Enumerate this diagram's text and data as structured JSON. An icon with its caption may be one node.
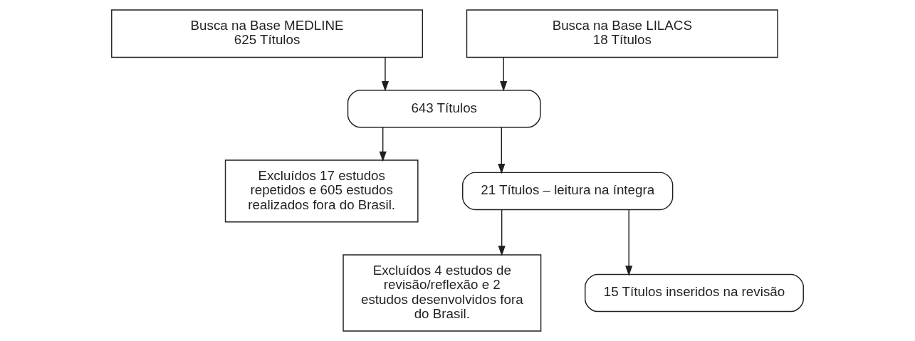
{
  "diagram": {
    "nodes": [
      {
        "text": [
          "Busca na Base MEDLINE",
          "625 Títulos"
        ]
      },
      {
        "text": [
          "Busca na Base LILACS",
          "18 Títulos"
        ]
      },
      {
        "text": [
          "643 Títulos"
        ]
      },
      {
        "text": [
          "Excluídos 17 estudos repetidos e 605 estudos realizados fora do Brasil."
        ]
      },
      {
        "text": [
          "21 Títulos – leitura na íntegra"
        ]
      },
      {
        "text": [
          "Excluídos 4 estudos de revisão/reflexão e 2 estudos desenvolvidos fora do Brasil."
        ]
      },
      {
        "text": [
          "15 Títulos inseridos na revisão"
        ]
      }
    ],
    "edges": [
      {
        "from": 0,
        "to": 2,
        "arrow": "to"
      },
      {
        "from": 1,
        "to": 2,
        "arrow": "to"
      },
      {
        "from": 2,
        "to": 4,
        "arrow": "to"
      },
      {
        "from": 2,
        "to": 3,
        "arrow": "to"
      },
      {
        "from": 4,
        "to": 6,
        "arrow": "to"
      },
      {
        "from": 4,
        "to": 5,
        "arrow": "to"
      }
    ]
  }
}
